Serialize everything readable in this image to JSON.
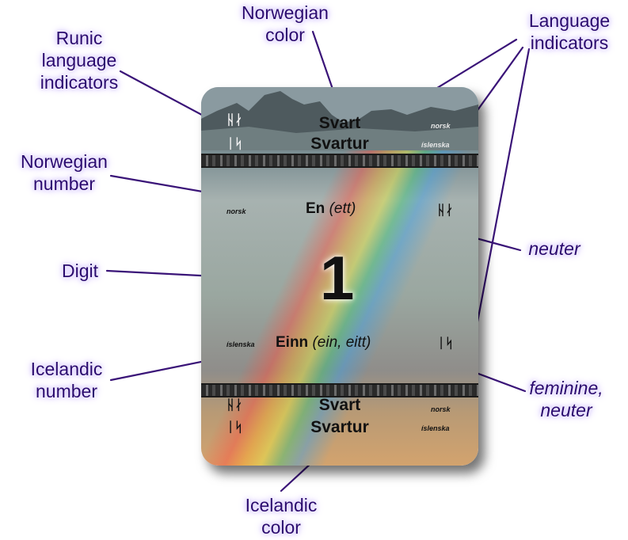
{
  "card": {
    "top_color_no": "Svart",
    "top_color_is": "Svartur",
    "bottom_color_no": "Svart",
    "bottom_color_is": "Svartur",
    "lang_no": "norsk",
    "lang_is": "íslenska",
    "rune_no": "ᚺᛅ",
    "rune_is": "ᛁᛋ",
    "number_no": "En",
    "number_no_alt": "(ett)",
    "number_is": "Einn",
    "number_is_alt": "(ein, eitt)",
    "digit": "1"
  },
  "labels": {
    "runic": "Runic\nlanguage\nindicators",
    "norwegian_color": "Norwegian\ncolor",
    "language_indicators": "Language\nindicators",
    "norwegian_number": "Norwegian\nnumber",
    "digit": "Digit",
    "neuter": "neuter",
    "icelandic_number": "Icelandic\nnumber",
    "feminine_neuter": "feminine,\nneuter",
    "icelandic_color": "Icelandic\ncolor"
  },
  "colors": {
    "label_text": "#2a0a6e",
    "leader_line": "#3a1478"
  }
}
